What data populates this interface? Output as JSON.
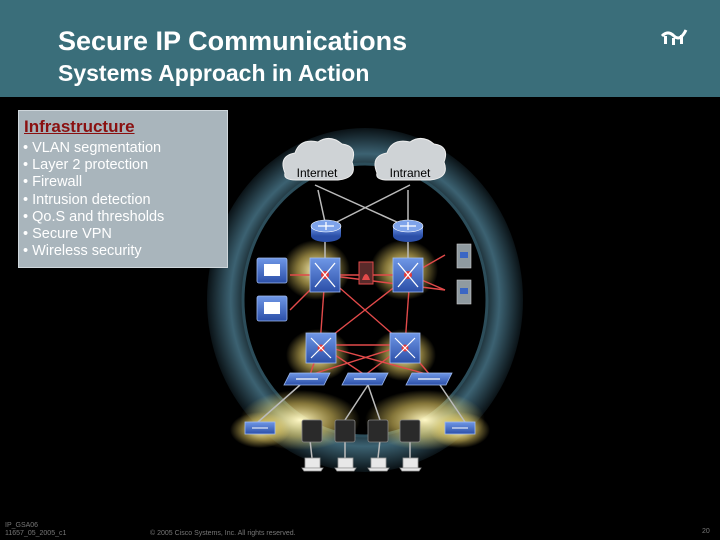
{
  "header": {
    "title": "Secure IP Communications",
    "subtitle": "Systems Approach in Action"
  },
  "infrastructure": {
    "title": "Infrastructure",
    "items": [
      "• VLAN segmentation",
      "• Layer 2 protection",
      "• Firewall",
      "• Intrusion detection",
      "• Qo.S and thresholds",
      "• Secure VPN",
      "• Wireless security"
    ]
  },
  "diagram": {
    "clouds": [
      "Internet",
      "Intranet"
    ],
    "colors": {
      "ring": "#1f4452",
      "links": "#e24a4a",
      "device": "#3a66c4",
      "glow": "#fff3a8"
    }
  },
  "footer": {
    "code_line1": "IP_GSA06",
    "code_line2": "11657_05_2005_c1",
    "copyright": "© 2005 Cisco Systems, Inc. All rights reserved.",
    "page_number": "20"
  }
}
